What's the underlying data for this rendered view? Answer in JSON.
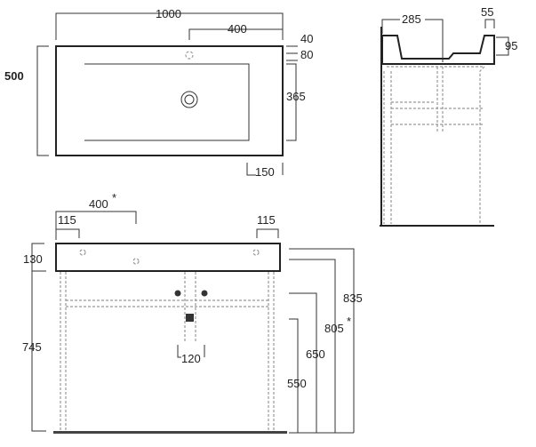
{
  "top_view": {
    "width": "1000",
    "tap_offset": "400",
    "rim_top": "40",
    "rim_total": "80",
    "depth": "500",
    "basin_depth": "365",
    "right_margin": "150"
  },
  "side_view": {
    "drain_offset": "285",
    "rim_width": "55",
    "height": "95"
  },
  "front_view": {
    "tap_offset": "400",
    "left_hole": "115",
    "right_hole": "115",
    "basin_height": "130",
    "frame_height": "745",
    "trap_width": "120",
    "h550": "550",
    "h650": "650",
    "h805": "805",
    "h835": "835",
    "asterisk": "*"
  }
}
